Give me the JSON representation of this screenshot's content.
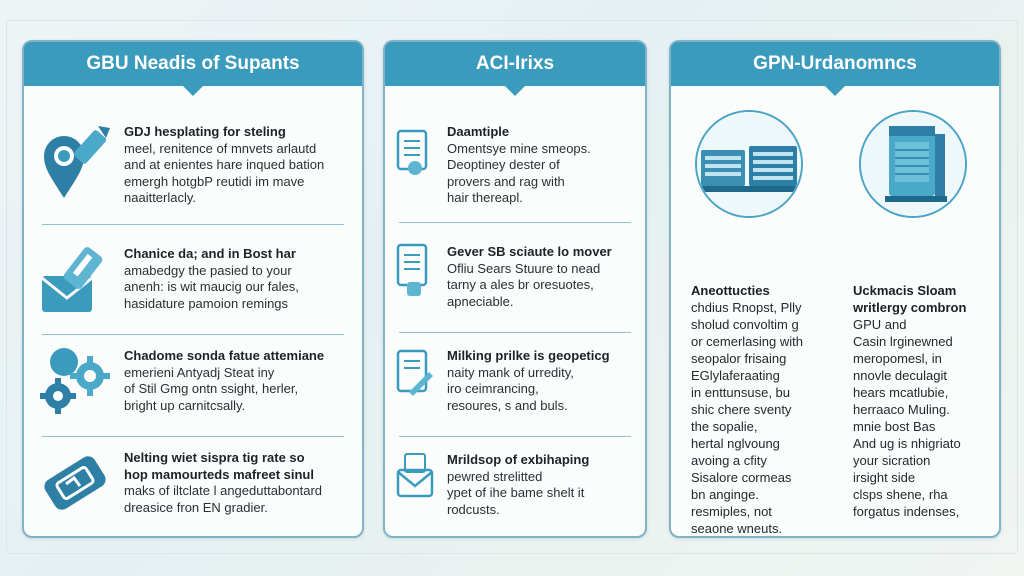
{
  "panels": [
    {
      "title": "GBU Neadis of Supants",
      "items": [
        {
          "title": "GDJ hesplating for steling",
          "lines": [
            "meel, renitence of mnvets arlautd",
            "and at enientes hare inqued bation",
            "emergh hotgbP reutidi im mave",
            "naaitterlacly."
          ],
          "icon": "location-pin-icon"
        },
        {
          "title": "Chanice da; and in Bost har",
          "lines": [
            "amabedgy the pasied to your",
            "anenh: is wit maucig our fales,",
            "hasidature pamoion remings"
          ],
          "icon": "envelope-icon"
        },
        {
          "title": "Chadome sonda fatue attemiane",
          "lines": [
            "emerieni Antyadj Steat iny",
            "of Stil Gmg ontn ssight, herler,",
            "bright up carnitcsally."
          ],
          "icon": "gears-icon"
        },
        {
          "title": "Nelting wiet sispra tig rate so",
          "lines": [
            "hop mamourteds mafreet sinul",
            "maks of iltclate l angeduttabontard",
            "dreasice fron EN gradier."
          ],
          "icon": "ticket-icon"
        }
      ]
    },
    {
      "title": "ACI-Irixs",
      "items": [
        {
          "title": "Daamtiple",
          "lines": [
            "Omentsye mine smeops.",
            "Deoptiney dester of",
            "provers and rag with",
            "hair thereapl."
          ],
          "icon": "document-icon"
        },
        {
          "title": "Gever SB sciaute lo mover",
          "lines": [
            "Ofliu Sears Stuure to nead",
            "tarny a ales br oresuotes,",
            "apneciable."
          ],
          "icon": "document-icon"
        },
        {
          "title": "Milking prilke is geopeticg",
          "lines": [
            "naity mank of urredity,",
            "iro ceimrancing,",
            "resoures, s and buls."
          ],
          "icon": "document-icon"
        },
        {
          "title": "Mrildsop of exbihaping",
          "lines": [
            "pewred strelitted",
            "ypet of ihe bame shelt it",
            "rodcusts."
          ],
          "icon": "inbox-icon"
        }
      ]
    },
    {
      "title": "GPN-Urdanomncs",
      "columns": [
        {
          "title": "Aneottucties",
          "lines": [
            "chdius Rnopst, Plly",
            "sholud convoltim g",
            "or cemerlasing with",
            "seopalor frisaing",
            "EGlylaferaating",
            "in enttunsuse, bu",
            "shic chere sventy",
            "the sopalie,",
            "hertal nglvoung",
            "avoing a cfity",
            "Sisalore cormeas",
            "bn anginge.",
            "resmiples, not",
            "seaone wneuts."
          ],
          "icon": "server-rack-icon"
        },
        {
          "title": "Uckmacis Sloam",
          "title2": "writlergy combron",
          "lines": [
            "GPU and",
            "Casin lrginewned",
            "meropomesl, in",
            "nnovle deculagit",
            "hears mcatlubie,",
            "herraaco Muling.",
            "mnie bost Bas",
            "And ug is nhigriato",
            "your sicration",
            "irsight side",
            "clsps shene, rha",
            "forgatus indenses,"
          ],
          "icon": "gpu-tower-icon"
        }
      ]
    }
  ]
}
